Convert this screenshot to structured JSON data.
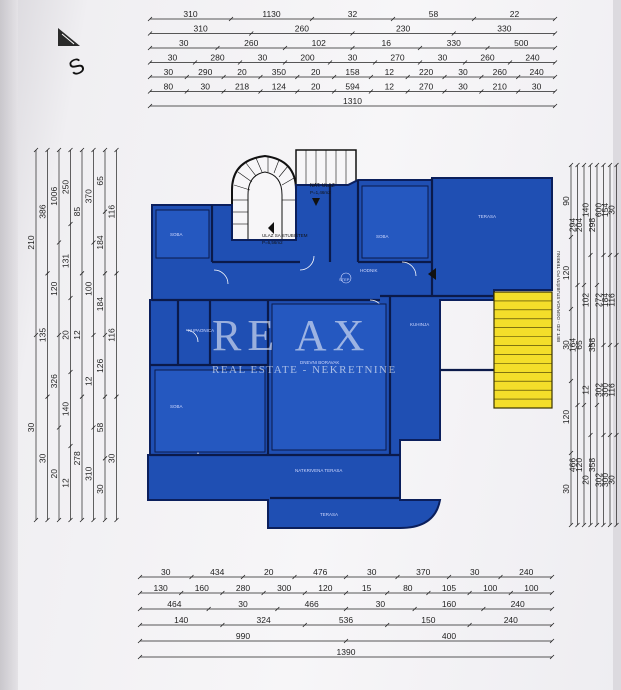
{
  "colors": {
    "floor": "#1f4fb3",
    "floor_dark": "#0e2f86",
    "stair": "#f4de2a",
    "line": "#1a1a1a",
    "paper": "#f5f4f6"
  },
  "north_mark": "S",
  "top_dimensions": [
    {
      "values": [
        "310",
        "1130",
        "32",
        "58",
        "22"
      ]
    },
    {
      "values": [
        "310",
        "260",
        "230",
        "330"
      ]
    },
    {
      "values": [
        "30",
        "260",
        "102",
        "16",
        "330",
        "500"
      ]
    },
    {
      "values": [
        "30",
        "280",
        "30",
        "200",
        "30",
        "270",
        "30",
        "260",
        "240"
      ]
    },
    {
      "values": [
        "30",
        "290",
        "20",
        "350",
        "20",
        "158",
        "12",
        "220",
        "30",
        "260",
        "240"
      ]
    },
    {
      "values": [
        "80",
        "30",
        "218",
        "124",
        "20",
        "594",
        "12",
        "270",
        "30",
        "210",
        "30"
      ]
    },
    {
      "values": [
        "1310"
      ]
    }
  ],
  "left_dimensions": [
    {
      "values": [
        "210",
        "30"
      ]
    },
    {
      "values": [
        "386",
        "135",
        "30"
      ]
    },
    {
      "values": [
        "1006",
        "120",
        "326",
        "20"
      ]
    },
    {
      "values": [
        "250",
        "131",
        "20",
        "140",
        "12"
      ]
    },
    {
      "values": [
        "85",
        "12",
        "278"
      ]
    },
    {
      "values": [
        "370",
        "100",
        "12",
        "310"
      ]
    },
    {
      "values": [
        "65",
        "184",
        "184",
        "126",
        "58",
        "30"
      ]
    },
    {
      "values": [
        "116",
        "116",
        "30"
      ]
    }
  ],
  "right_dimensions": [
    {
      "values": [
        "90",
        "120",
        "30",
        "120",
        "30"
      ]
    },
    {
      "values": [
        "294",
        "164",
        "466"
      ]
    },
    {
      "values": [
        "204",
        "65",
        "120"
      ]
    },
    {
      "values": [
        "140",
        "102",
        "12",
        "20"
      ]
    },
    {
      "values": [
        "298",
        "358",
        "358"
      ]
    },
    {
      "values": [
        "600",
        "272",
        "302",
        "302"
      ]
    },
    {
      "values": [
        "154",
        "184",
        "300",
        "300"
      ]
    },
    {
      "values": [
        "30",
        "116",
        "116",
        "30"
      ]
    }
  ],
  "right_note": "BET. ZID - OGRADA STUBIŠTA PO TERENU",
  "bottom_dimensions": [
    {
      "values": [
        "30",
        "434",
        "20",
        "476",
        "30",
        "370",
        "30",
        "240"
      ]
    },
    {
      "values": [
        "130",
        "160",
        "280",
        "300",
        "120",
        "15",
        "80",
        "105",
        "100",
        "100"
      ]
    },
    {
      "values": [
        "464",
        "30",
        "466",
        "30",
        "160",
        "240"
      ]
    },
    {
      "values": [
        "140",
        "324",
        "536",
        "150",
        "240"
      ]
    },
    {
      "values": [
        "990",
        "400"
      ]
    },
    {
      "values": [
        "1390"
      ]
    }
  ],
  "plan_labels": {
    "entrance": "NAT. ULAZ",
    "entrance_area": "P=1,46m2",
    "stair_entrance": "ULAZ SA STUBIŠTEM",
    "stair_entrance_area": "P=6,56m2",
    "step_note": "STEP",
    "rooms": [
      "SOBA",
      "KUPAONICA",
      "DNEVNI BORAVAK",
      "SOBA",
      "TERASA",
      "HODNIK",
      "KUHINJA",
      "NATKRIVENA TERASA",
      "TERASA",
      "SOBA"
    ]
  },
  "watermark": {
    "brand": "RE AX",
    "tagline": "REAL ESTATE - NEKRETNINE"
  }
}
